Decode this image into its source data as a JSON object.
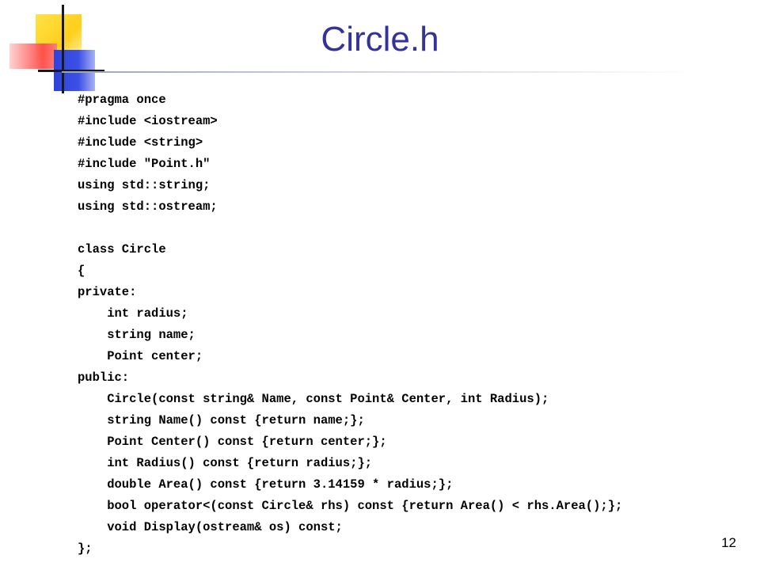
{
  "slide": {
    "title": "Circle.h",
    "page_number": "12",
    "accent_color": "#333399"
  },
  "code_lines": [
    "#pragma once",
    "#include <iostream>",
    "#include <string>",
    "#include \"Point.h\"",
    "using std::string;",
    "using std::ostream;",
    "",
    "class Circle",
    "{",
    "private:",
    "    int radius;",
    "    string name;",
    "    Point center;",
    "public:",
    "    Circle(const string& Name, const Point& Center, int Radius);",
    "    string Name() const {return name;};",
    "    Point Center() const {return center;};",
    "    int Radius() const {return radius;};",
    "    double Area() const {return 3.14159 * radius;};",
    "    bool operator<(const Circle& rhs) const {return Area() < rhs.Area();};",
    "    void Display(ostream& os) const;",
    "};"
  ]
}
